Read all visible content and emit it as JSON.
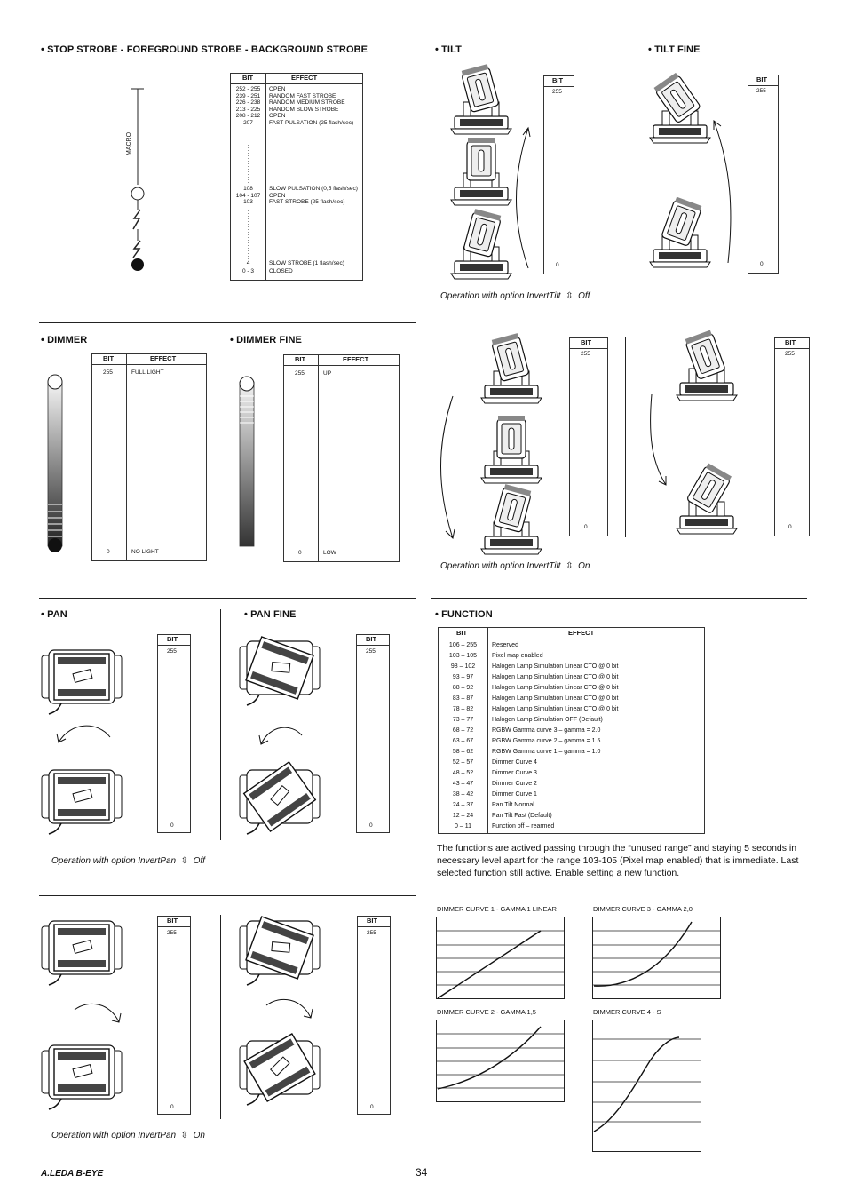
{
  "sections": {
    "strobe_title": "• STOP STROBE - FOREGROUND STROBE - BACKGROUND STROBE",
    "tilt_title": "• TILT",
    "tilt_fine_title": "• TILT FINE",
    "dimmer_title": "• DIMMER",
    "dimmer_fine_title": "• DIMMER FINE",
    "pan_title": "• PAN",
    "pan_fine_title": "• PAN FINE",
    "function_title": "• FUNCTION"
  },
  "common": {
    "bit": "BIT",
    "effect": "EFFECT",
    "v255": "255",
    "v0": "0",
    "macro": "MACRO"
  },
  "strobe": {
    "rows": [
      {
        "bit": "252 - 255",
        "effect": "OPEN"
      },
      {
        "bit": "239 - 251",
        "effect": "RANDOM FAST STROBE"
      },
      {
        "bit": "226 - 238",
        "effect": "RANDOM MEDIUM STROBE"
      },
      {
        "bit": "213 - 225",
        "effect": "RANDOM SLOW STROBE"
      },
      {
        "bit": "208 - 212",
        "effect": "OPEN"
      },
      {
        "bit": "207",
        "effect": "FAST PULSATION (25 flash/sec)"
      }
    ],
    "rows_mid": [
      {
        "bit": "108",
        "effect": "SLOW PULSATION (0,5 flash/sec)"
      },
      {
        "bit": "104 - 107",
        "effect": "OPEN"
      },
      {
        "bit": "103",
        "effect": "FAST STROBE (25 flash/sec)"
      }
    ],
    "rows_end": [
      {
        "bit": "4",
        "effect": "SLOW STROBE (1 flash/sec)"
      },
      {
        "bit": "0 - 3",
        "effect": "CLOSED"
      }
    ]
  },
  "dimmer": {
    "top_effect": "FULL LIGHT",
    "bottom_effect": "NO LIGHT"
  },
  "dimmer_fine": {
    "top_effect": "UP",
    "bottom_effect": "LOW"
  },
  "captions": {
    "tilt_off": "Operation with option InvertTilt",
    "tilt_on": "Operation with option InvertTilt",
    "pan_off": "Operation with option InvertPan",
    "pan_on": "Operation with option InvertPan",
    "off": "Off",
    "on": "On"
  },
  "function": {
    "rows": [
      {
        "bit": "106 – 255",
        "effect": "Reserved"
      },
      {
        "bit": "103 – 105",
        "effect": "Pixel map enabled"
      },
      {
        "bit": "98 – 102",
        "effect": "Halogen Lamp Simulation Linear CTO @ 0 bit"
      },
      {
        "bit": "93 – 97",
        "effect": "Halogen Lamp Simulation Linear CTO @ 0 bit"
      },
      {
        "bit": "88 – 92",
        "effect": "Halogen Lamp Simulation Linear CTO @ 0 bit"
      },
      {
        "bit": "83 – 87",
        "effect": "Halogen Lamp Simulation Linear CTO @ 0 bit"
      },
      {
        "bit": "78 – 82",
        "effect": "Halogen Lamp Simulation Linear CTO @ 0 bit"
      },
      {
        "bit": "73 – 77",
        "effect": "Halogen Lamp Simulation OFF (Default)"
      },
      {
        "bit": "68 – 72",
        "effect": "RGBW Gamma curve 3 – gamma = 2.0"
      },
      {
        "bit": "63 – 67",
        "effect": "RGBW Gamma curve 2 – gamma = 1.5"
      },
      {
        "bit": "58 – 62",
        "effect": "RGBW Gamma curve 1 – gamma = 1.0"
      },
      {
        "bit": "52 – 57",
        "effect": "Dimmer Curve 4"
      },
      {
        "bit": "48 – 52",
        "effect": "Dimmer Curve 3"
      },
      {
        "bit": "43 – 47",
        "effect": "Dimmer Curve 2"
      },
      {
        "bit": "38 – 42",
        "effect": "Dimmer Curve 1"
      },
      {
        "bit": "24 – 37",
        "effect": "Pan Tilt Normal"
      },
      {
        "bit": "12 – 24",
        "effect": "Pan Tilt Fast (Default)"
      },
      {
        "bit": "0 – 11",
        "effect": "Function off – rearmed"
      }
    ],
    "paragraph": "The functions are actived passing through the “unused range” and staying 5 seconds in necessary level apart for the range 103-105 (Pixel map enabled) that is immediate. Last selected function still active. Enable setting a new function."
  },
  "curves": {
    "c1": "DIMMER CURVE 1 - GAMMA 1 LINEAR",
    "c2": "DIMMER CURVE 2 - GAMMA 1,5",
    "c3": "DIMMER CURVE 3 - GAMMA 2,0",
    "c4": "DIMMER CURVE 4 - S"
  },
  "footer": {
    "brand": "A.LEDA B-EYE",
    "page": "34"
  }
}
